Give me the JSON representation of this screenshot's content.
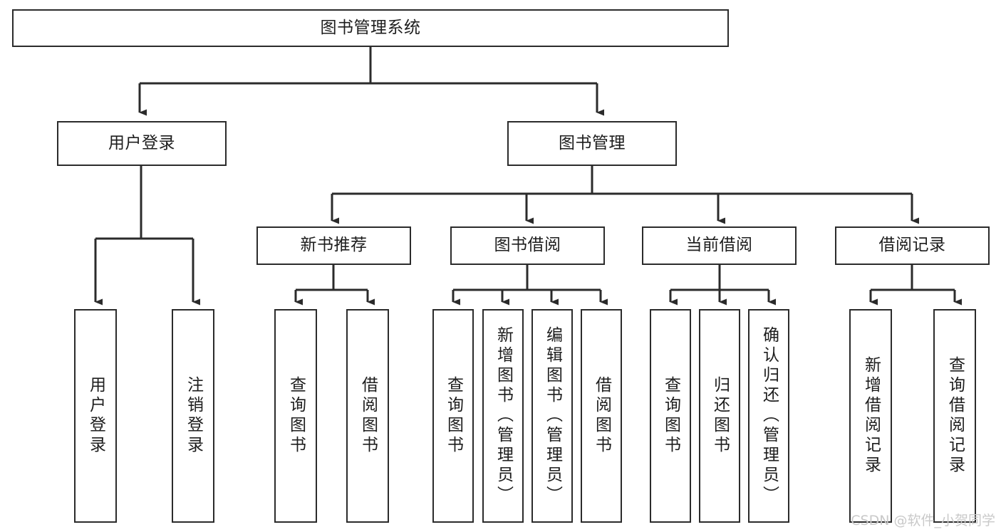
{
  "diagram": {
    "title": "图书管理系统",
    "type": "tree-hierarchy-diagram",
    "orientation": "top-down",
    "colors": {
      "box_border": "#2b2b2b",
      "box_fill": "#ffffff",
      "connector": "#2b2b2b",
      "text": "#1d1d1d",
      "watermark": "#c9c9c9",
      "background": "#ffffff"
    },
    "watermark": "CSDN @软件_小贺同学"
  },
  "nodes": {
    "root": {
      "label": "图书管理系统"
    },
    "level2": [
      {
        "label": "用户登录"
      },
      {
        "label": "图书管理"
      }
    ],
    "level3": [
      {
        "label": "新书推荐"
      },
      {
        "label": "图书借阅"
      },
      {
        "label": "当前借阅"
      },
      {
        "label": "借阅记录"
      }
    ],
    "leaves": {
      "user_login": [
        {
          "label": "用户登录"
        },
        {
          "label": "注销登录"
        }
      ],
      "new_book_recommend": [
        {
          "label": "查询图书"
        },
        {
          "label": "借阅图书"
        }
      ],
      "book_borrow": [
        {
          "label": "查询图书"
        },
        {
          "label": "新增图书（管理员）"
        },
        {
          "label": "编辑图书（管理员）"
        },
        {
          "label": "借阅图书"
        }
      ],
      "current_borrow": [
        {
          "label": "查询图书"
        },
        {
          "label": "归还图书"
        },
        {
          "label": "确认归还（管理员）"
        }
      ],
      "borrow_record": [
        {
          "label": "新增借阅记录"
        },
        {
          "label": "查询借阅记录"
        }
      ]
    }
  }
}
